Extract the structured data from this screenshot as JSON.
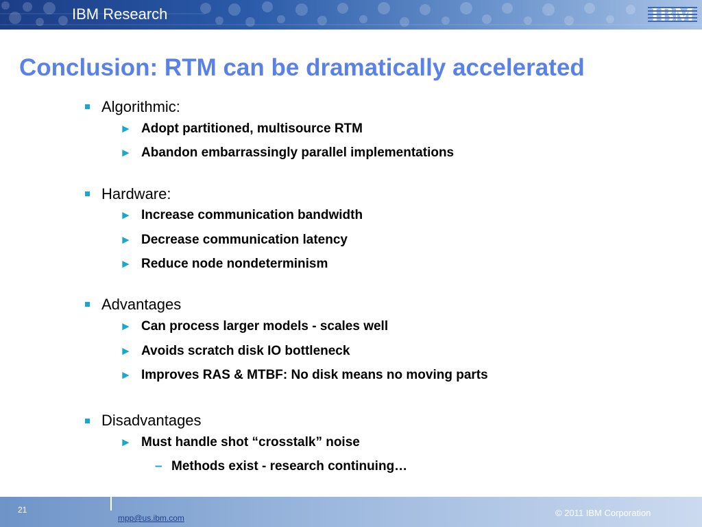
{
  "header": {
    "title": "IBM Research",
    "logo_text": "IBM",
    "logo_icon": "ibm-striped-logo"
  },
  "slide": {
    "title": "Conclusion:  RTM can be dramatically accelerated"
  },
  "bullets": [
    {
      "label": "Algorithmic:",
      "items": [
        {
          "text": "Adopt partitioned, multisource RTM"
        },
        {
          "text": "Abandon embarrassingly parallel implementations"
        }
      ]
    },
    {
      "label": "Hardware:",
      "items": [
        {
          "text": "Increase communication bandwidth"
        },
        {
          "text": "Decrease communication latency"
        },
        {
          "text": "Reduce node nondeterminism"
        }
      ]
    },
    {
      "label": "Advantages",
      "items": [
        {
          "text": "Can process larger models - scales well"
        },
        {
          "text": "Avoids scratch disk IO bottleneck"
        },
        {
          "text": "Improves RAS & MTBF:  No disk means no moving parts"
        }
      ]
    },
    {
      "label": "Disadvantages",
      "items": [
        {
          "text": "Must handle shot “crosstalk” noise",
          "sub": [
            {
              "text": "Methods exist - research continuing…"
            }
          ]
        }
      ]
    }
  ],
  "markers": {
    "level2": "►",
    "level3": "–"
  },
  "footer": {
    "page_number": "21",
    "email": "mpp@us.ibm.com",
    "copyright": "© 2011 IBM Corporation"
  },
  "colors": {
    "title": "#5a82e6",
    "accent": "#1aa7c9",
    "header_dark": "#1b3d86"
  }
}
